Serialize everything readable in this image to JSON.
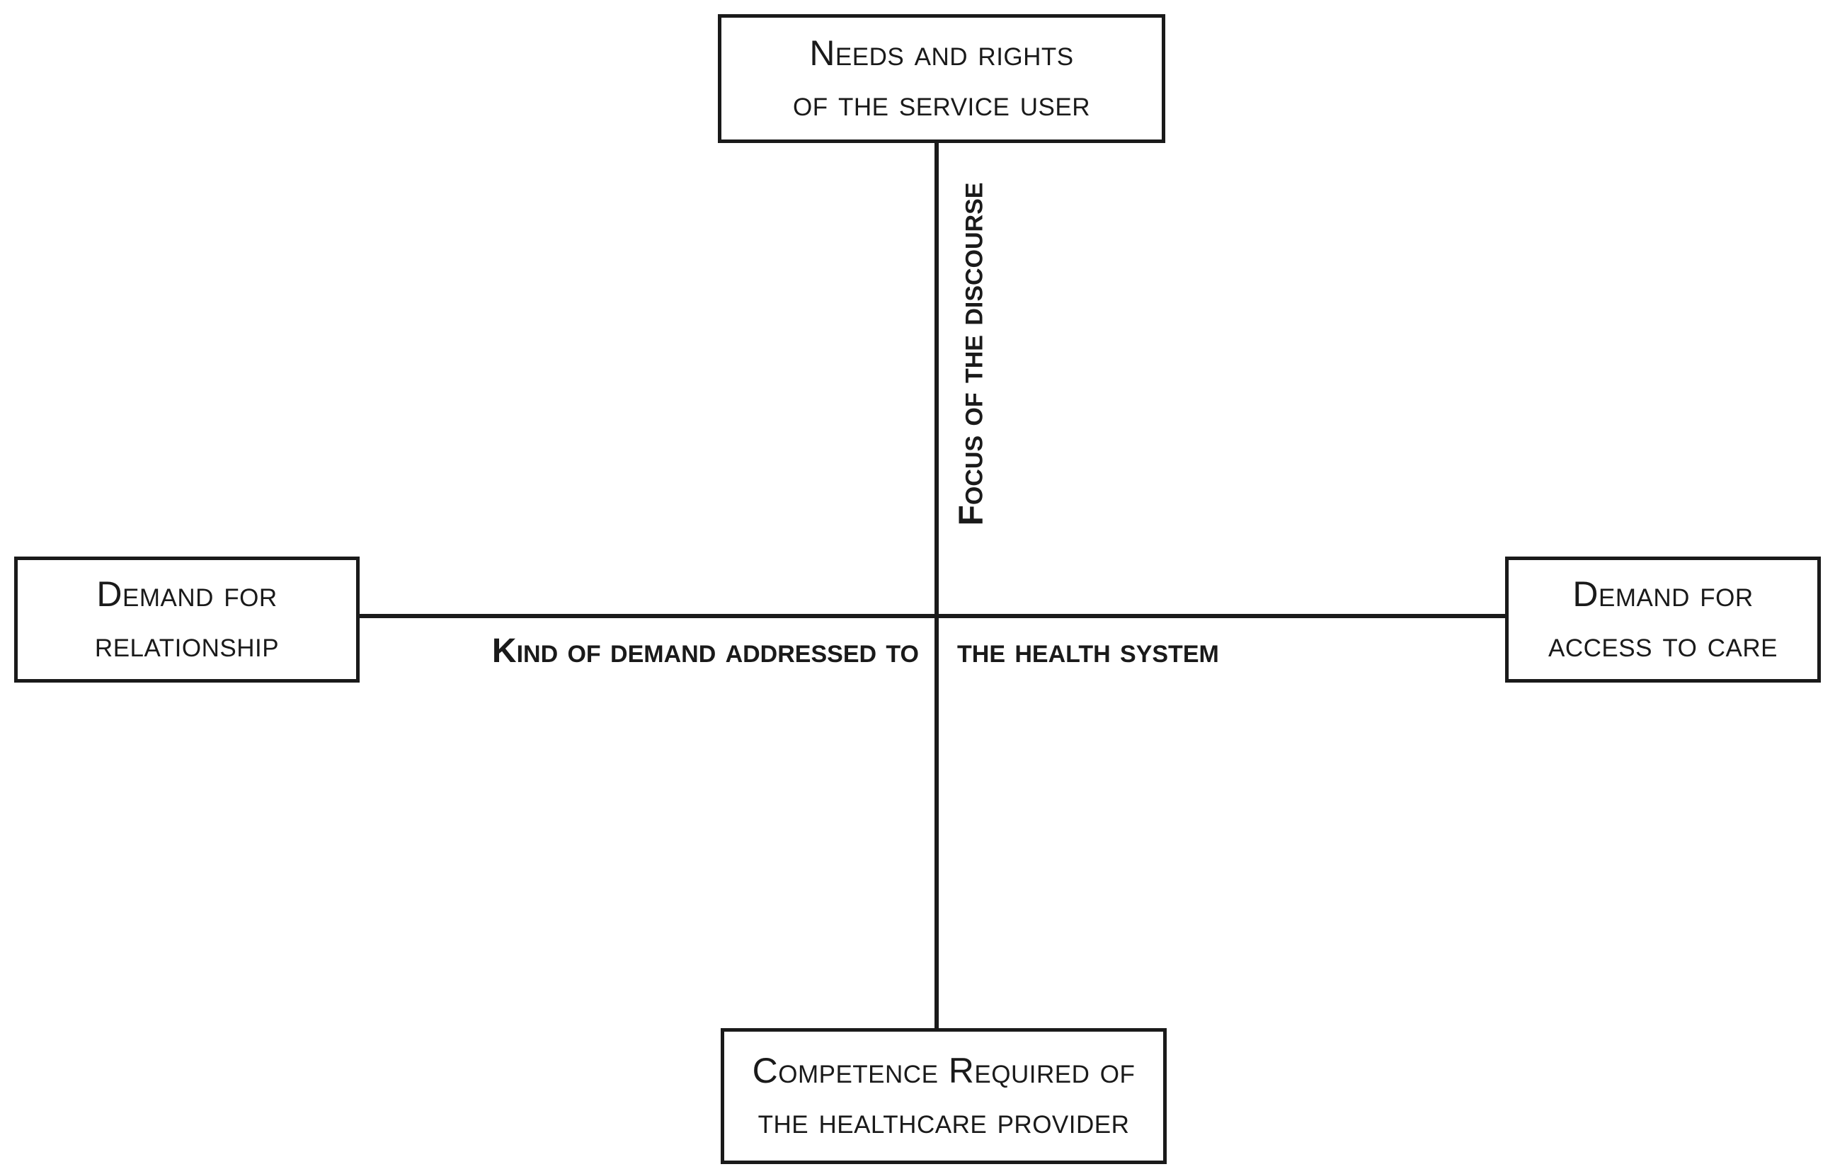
{
  "diagram": {
    "background_color": "#ffffff",
    "ink_color": "#1a1a1a",
    "boxes": {
      "top": {
        "line1": "Needs and rights",
        "line2": "of the service user"
      },
      "left": {
        "line1": "Demand for",
        "line2": "relationship"
      },
      "right": {
        "line1": "Demand for",
        "line2": "access to care"
      },
      "bottom": {
        "line1": "Competence Required of",
        "line2": "the healthcare provider"
      }
    },
    "axes": {
      "vertical_label": "Focus of the discourse",
      "horizontal_label_left": "Kind of demand addressed to",
      "horizontal_label_right": "the health system"
    }
  }
}
